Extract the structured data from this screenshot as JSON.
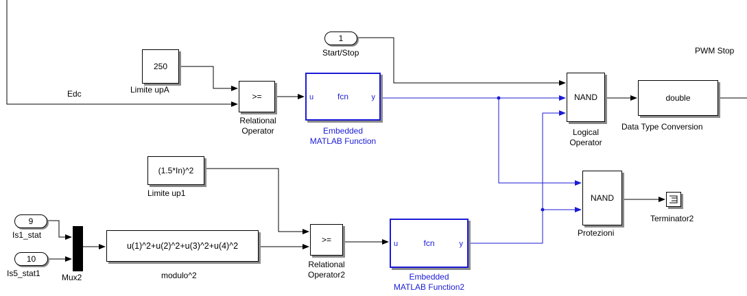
{
  "blocks": {
    "const_250": {
      "value": "250",
      "label": "Limite upA"
    },
    "relop1": {
      "text": ">=",
      "label_line1": "Relational",
      "label_line2": "Operator"
    },
    "emb1": {
      "in": "u",
      "name": "fcn",
      "out": "y",
      "label_line1": "Embedded",
      "label_line2": "MATLAB Function"
    },
    "inport_start": {
      "number": "1",
      "label": "Start/Stop"
    },
    "nand1": {
      "text": "NAND",
      "label_line1": "Logical",
      "label_line2": "Operator"
    },
    "dtc": {
      "text": "double",
      "label": "Data Type Conversion"
    },
    "pwm_stop": {
      "label": "PWM Stop"
    },
    "edc": {
      "label": "Edc"
    },
    "const_in": {
      "value": "(1.5*In)^2",
      "label": "Limite up1"
    },
    "inport9": {
      "number": "9",
      "label": "Is1_stat"
    },
    "inport10": {
      "number": "10",
      "label": "Is5_stat1"
    },
    "mux": {
      "label": "Mux2"
    },
    "fcn_modulo": {
      "expr": "u(1)^2+u(2)^2+u(3)^2+u(4)^2",
      "label": "modulo^2"
    },
    "relop2": {
      "text": ">=",
      "label_line1": "Relational",
      "label_line2": "Operator2"
    },
    "emb2": {
      "in": "u",
      "name": "fcn",
      "out": "y",
      "label_line1": "Embedded",
      "label_line2": "MATLAB Function2"
    },
    "nand2": {
      "text": "NAND",
      "label": "Protezioni"
    },
    "terminator": {
      "label": "Terminator2"
    }
  },
  "colors": {
    "signal": "#000000",
    "bus_blue": "#1a1ad6",
    "shadow": "#8a8a8a"
  }
}
